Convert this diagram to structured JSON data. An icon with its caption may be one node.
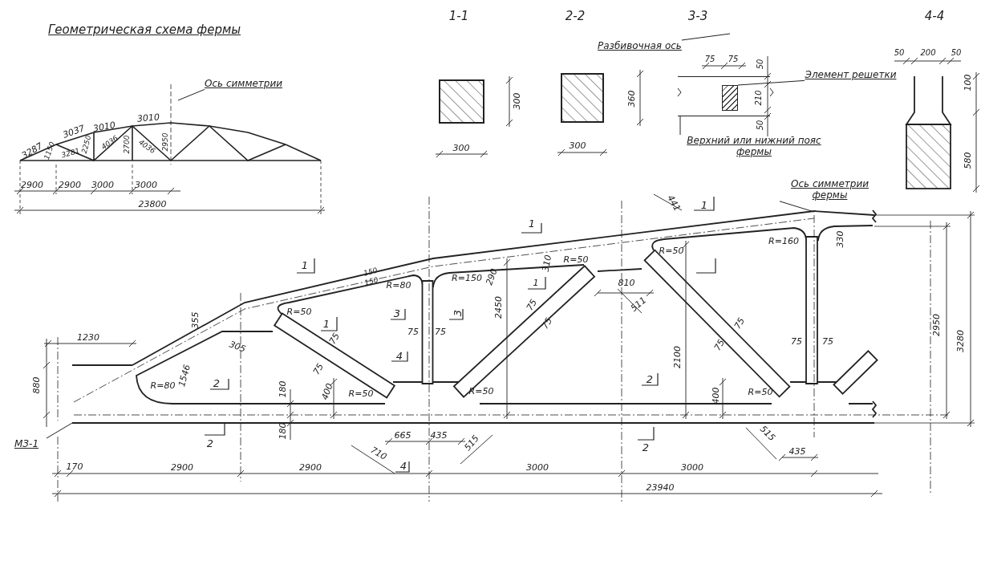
{
  "diagram": {
    "title": "Геометрическая схема фермы",
    "nodes": [
      {
        "text": [
          "Ось симметрии"
        ]
      },
      {
        "text": [
          "Разбивочная ось"
        ]
      },
      {
        "text": [
          "Элемент решетки"
        ]
      },
      {
        "text": [
          "Верхний или нижний пояс фермы"
        ]
      },
      {
        "text": [
          "Ось симметрии фермы"
        ]
      },
      {
        "text": [
          "МЗ-1"
        ]
      },
      {
        "text": [],
        "shape": "bar"
      },
      {
        "text": [],
        "shape": "box",
        "in": 6
      },
      {
        "text": [],
        "shape": "picture"
      }
    ],
    "edges": [
      {
        "from": 0,
        "to": null,
        "arrow": "none"
      },
      {
        "from": 1,
        "to": null,
        "arrow": "none"
      },
      {
        "from": 2,
        "to": 7,
        "arrow": "none"
      },
      {
        "from": 3,
        "to": 6,
        "arrow": "none"
      },
      {
        "from": 4,
        "to": 8,
        "arrow": "none"
      },
      {
        "from": 5,
        "to": 8,
        "arrow": "none"
      }
    ],
    "labels": [
      "1-1",
      "2-2",
      "3-3",
      "4-4",
      "3287",
      "1150",
      "3037",
      "3281",
      "2250",
      "3010",
      "4036",
      "2700",
      "3010",
      "4036",
      "2950",
      "2900",
      "2900",
      "3000",
      "3000",
      "23800",
      "300",
      "300",
      "360",
      "300",
      "75",
      "75",
      "50",
      "210",
      "50",
      "50",
      "200",
      "50",
      "100",
      "580",
      "441",
      "1",
      "1",
      "R=160",
      "330",
      "R=50",
      "R=50",
      "310",
      "1",
      "150",
      "150",
      "R=80",
      "R=150",
      "290",
      "1",
      "810",
      "511",
      "R=50",
      "3",
      "3",
      "355",
      "2450",
      "75",
      "75",
      "1",
      "75",
      "2950",
      "75",
      "75",
      "75",
      "1230",
      "3280",
      "305",
      "75",
      "75",
      "75",
      "4",
      "2100",
      "75",
      "880",
      "R=80",
      "1546",
      "2",
      "2",
      "180",
      "400",
      "R=50",
      "R=50",
      "400",
      "R=50",
      "180",
      "515",
      "665",
      "435",
      "515",
      "2",
      "2",
      "435",
      "710",
      "170",
      "2900",
      "2900",
      "4",
      "3000",
      "3000",
      "23940"
    ]
  }
}
